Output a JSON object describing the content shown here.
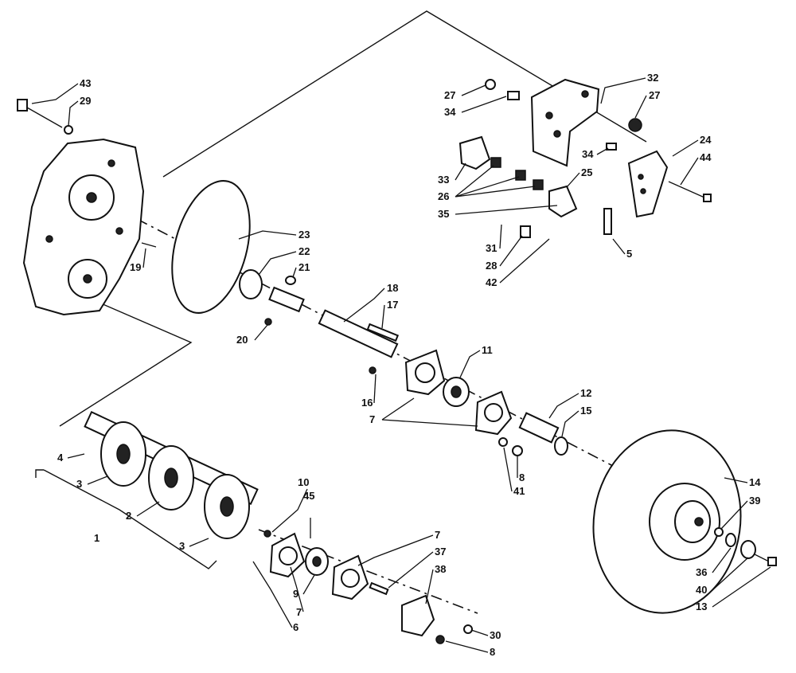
{
  "diagram": {
    "colors": {
      "ink": "#111111",
      "paper": "#ffffff"
    },
    "callouts": [
      {
        "id": "c43",
        "text": "43"
      },
      {
        "id": "c29",
        "text": "29"
      },
      {
        "id": "c19",
        "text": "19"
      },
      {
        "id": "c23",
        "text": "23"
      },
      {
        "id": "c22",
        "text": "22"
      },
      {
        "id": "c21",
        "text": "21"
      },
      {
        "id": "c20",
        "text": "20"
      },
      {
        "id": "c18",
        "text": "18"
      },
      {
        "id": "c17",
        "text": "17"
      },
      {
        "id": "c16",
        "text": "16"
      },
      {
        "id": "c11",
        "text": "11"
      },
      {
        "id": "c7a",
        "text": "7"
      },
      {
        "id": "c12",
        "text": "12"
      },
      {
        "id": "c15",
        "text": "15"
      },
      {
        "id": "c8a",
        "text": "8"
      },
      {
        "id": "c41",
        "text": "41"
      },
      {
        "id": "c32",
        "text": "32"
      },
      {
        "id": "c27a",
        "text": "27"
      },
      {
        "id": "c34a",
        "text": "34"
      },
      {
        "id": "c27b",
        "text": "27"
      },
      {
        "id": "c24",
        "text": "24"
      },
      {
        "id": "c44",
        "text": "44"
      },
      {
        "id": "c34b",
        "text": "34"
      },
      {
        "id": "c33",
        "text": "33"
      },
      {
        "id": "c25",
        "text": "25"
      },
      {
        "id": "c26",
        "text": "26"
      },
      {
        "id": "c35",
        "text": "35"
      },
      {
        "id": "c31",
        "text": "31"
      },
      {
        "id": "c28",
        "text": "28"
      },
      {
        "id": "c5",
        "text": "5"
      },
      {
        "id": "c42",
        "text": "42"
      },
      {
        "id": "c4",
        "text": "4"
      },
      {
        "id": "c3a",
        "text": "3"
      },
      {
        "id": "c2",
        "text": "2"
      },
      {
        "id": "c1",
        "text": "1"
      },
      {
        "id": "c3b",
        "text": "3"
      },
      {
        "id": "c10",
        "text": "10"
      },
      {
        "id": "c45",
        "text": "45"
      },
      {
        "id": "c6",
        "text": "6"
      },
      {
        "id": "c7b",
        "text": "7"
      },
      {
        "id": "c9",
        "text": "9"
      },
      {
        "id": "c7c",
        "text": "7"
      },
      {
        "id": "c37",
        "text": "37"
      },
      {
        "id": "c38",
        "text": "38"
      },
      {
        "id": "c30",
        "text": "30"
      },
      {
        "id": "c8b",
        "text": "8"
      },
      {
        "id": "c14",
        "text": "14"
      },
      {
        "id": "c39",
        "text": "39"
      },
      {
        "id": "c36",
        "text": "36"
      },
      {
        "id": "c40",
        "text": "40"
      },
      {
        "id": "c13",
        "text": "13"
      }
    ]
  }
}
